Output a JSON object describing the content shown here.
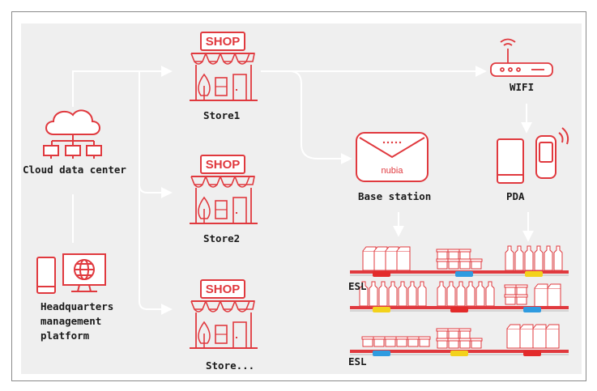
{
  "nodes": {
    "store1": "Store1",
    "store2": "Store2",
    "store3": "Store...",
    "cloud": "Cloud data center",
    "headquarters": [
      "Headquarters",
      "management",
      "platform"
    ],
    "wifi": "WIFI",
    "base_station": "Base station",
    "pda": "PDA",
    "esl_top": "ESL",
    "esl_bottom": "ESL"
  },
  "icons": {
    "shop_sign": "SHOP",
    "base_station_brand": "nubia"
  },
  "colors": {
    "accent_red": "#e0393e",
    "connector": "#ffffff",
    "panel": "#efefef",
    "tag_red": "#e32b2b",
    "tag_blue": "#2f9be0",
    "tag_yellow": "#f3d21c"
  }
}
